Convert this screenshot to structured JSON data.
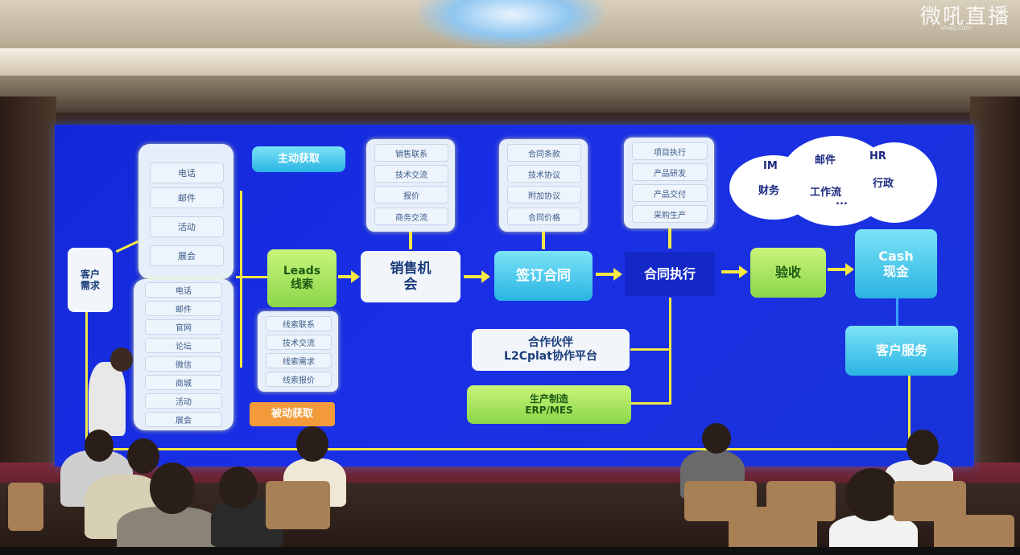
{
  "watermark": {
    "brand": "微吼直播",
    "site": "vhall.com"
  },
  "slide": {
    "customer_demand": "客户\n需求",
    "active_label": "主动获取",
    "passive_label": "被动获取",
    "active_channels": [
      "电话",
      "邮件",
      "活动",
      "展会"
    ],
    "passive_channels": [
      "电话",
      "邮件",
      "官网",
      "论坛",
      "微信",
      "商城",
      "活动",
      "展会"
    ],
    "leads_en": "Leads",
    "leads_cn": "线索",
    "leads_items": [
      "线索联系",
      "技术交流",
      "线索需求",
      "线索报价"
    ],
    "opportunity": "销售机\n会",
    "opportunity_items": [
      "销售联系",
      "技术交流",
      "报价",
      "商务交流"
    ],
    "contract": "签订合同",
    "contract_items": [
      "合同条款",
      "技术协议",
      "附加协议",
      "合同价格"
    ],
    "execution": "合同执行",
    "execution_items": [
      "项目执行",
      "产品研发",
      "产品交付",
      "采购生产"
    ],
    "acceptance": "验收",
    "cash_en": "Cash",
    "cash_cn": "现金",
    "customer_service": "客户服务",
    "partner_line1": "合作伙伴",
    "partner_line2": "L2Cplat协作平台",
    "mfg_line1": "生产制造",
    "mfg_line2": "ERP/MES",
    "cloud_items": [
      "IM",
      "邮件",
      "HR",
      "财务",
      "工作流",
      "行政",
      "..."
    ]
  },
  "colors": {
    "screen": "#1a2fe6",
    "arrow": "#f4e842",
    "cyan": "#2ab4e3",
    "green": "#8cd64a",
    "orange": "#f39b3a"
  }
}
